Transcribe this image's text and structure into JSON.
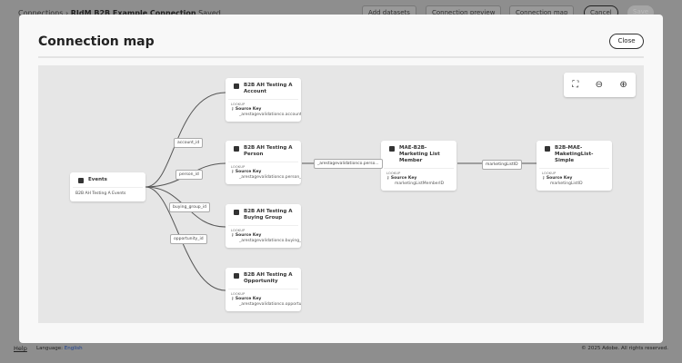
{
  "background": {
    "breadcrumb_root": "Connections",
    "breadcrumb_current": "RIdM B2B Example Connection",
    "status": "Saved",
    "buttons": [
      "Add datasets",
      "Connection preview",
      "Connection map",
      "Cancel",
      "Save"
    ]
  },
  "modal": {
    "title": "Connection map",
    "close_label": "Close",
    "zoom_controls": [
      "fit-to-screen-icon",
      "zoom-out-icon",
      "zoom-in-icon"
    ],
    "nodes": {
      "events": {
        "title": "Events",
        "description": "B2B AH Testing A Events"
      },
      "account": {
        "title": "B2B AH Testing A Account",
        "type": "LOOKUP",
        "key_label": "Source Key",
        "key": "_arestagevalidationco.account_id"
      },
      "person": {
        "title": "B2B AH Testing A Person",
        "type": "LOOKUP",
        "key_label": "Source Key",
        "key": "_arestagevalidationco.person_id"
      },
      "buying": {
        "title": "B2B AH Testing A Buying Group",
        "type": "LOOKUP",
        "key_label": "Source Key",
        "key": "_arestagevalidationco.buying_g..."
      },
      "opportunity": {
        "title": "B2B AH Testing A Opportunity",
        "type": "LOOKUP",
        "key_label": "Source Key",
        "key": "_arestagevalidationco.opportu..."
      },
      "member": {
        "title": "MAE-B2B-Marketing List Member",
        "type": "LOOKUP",
        "key_label": "Source Key",
        "key": "marketingListMemberID"
      },
      "list": {
        "title": "B2B-MAE-MaketingList-Simple",
        "type": "LOOKUP",
        "key_label": "Source Key",
        "key": "marketingListID"
      }
    },
    "edge_labels": {
      "account": "account_id",
      "person": "person_id",
      "buying": "buying_group_id",
      "opportunity": "opportunity_id",
      "person_member": "_arestagevalidationco.perso...",
      "member_list": "marketingListID"
    }
  },
  "footer": {
    "help": "Help",
    "language_label": "Language:",
    "language": "English",
    "copyright": "© 2025 Adobe. All rights reserved."
  }
}
